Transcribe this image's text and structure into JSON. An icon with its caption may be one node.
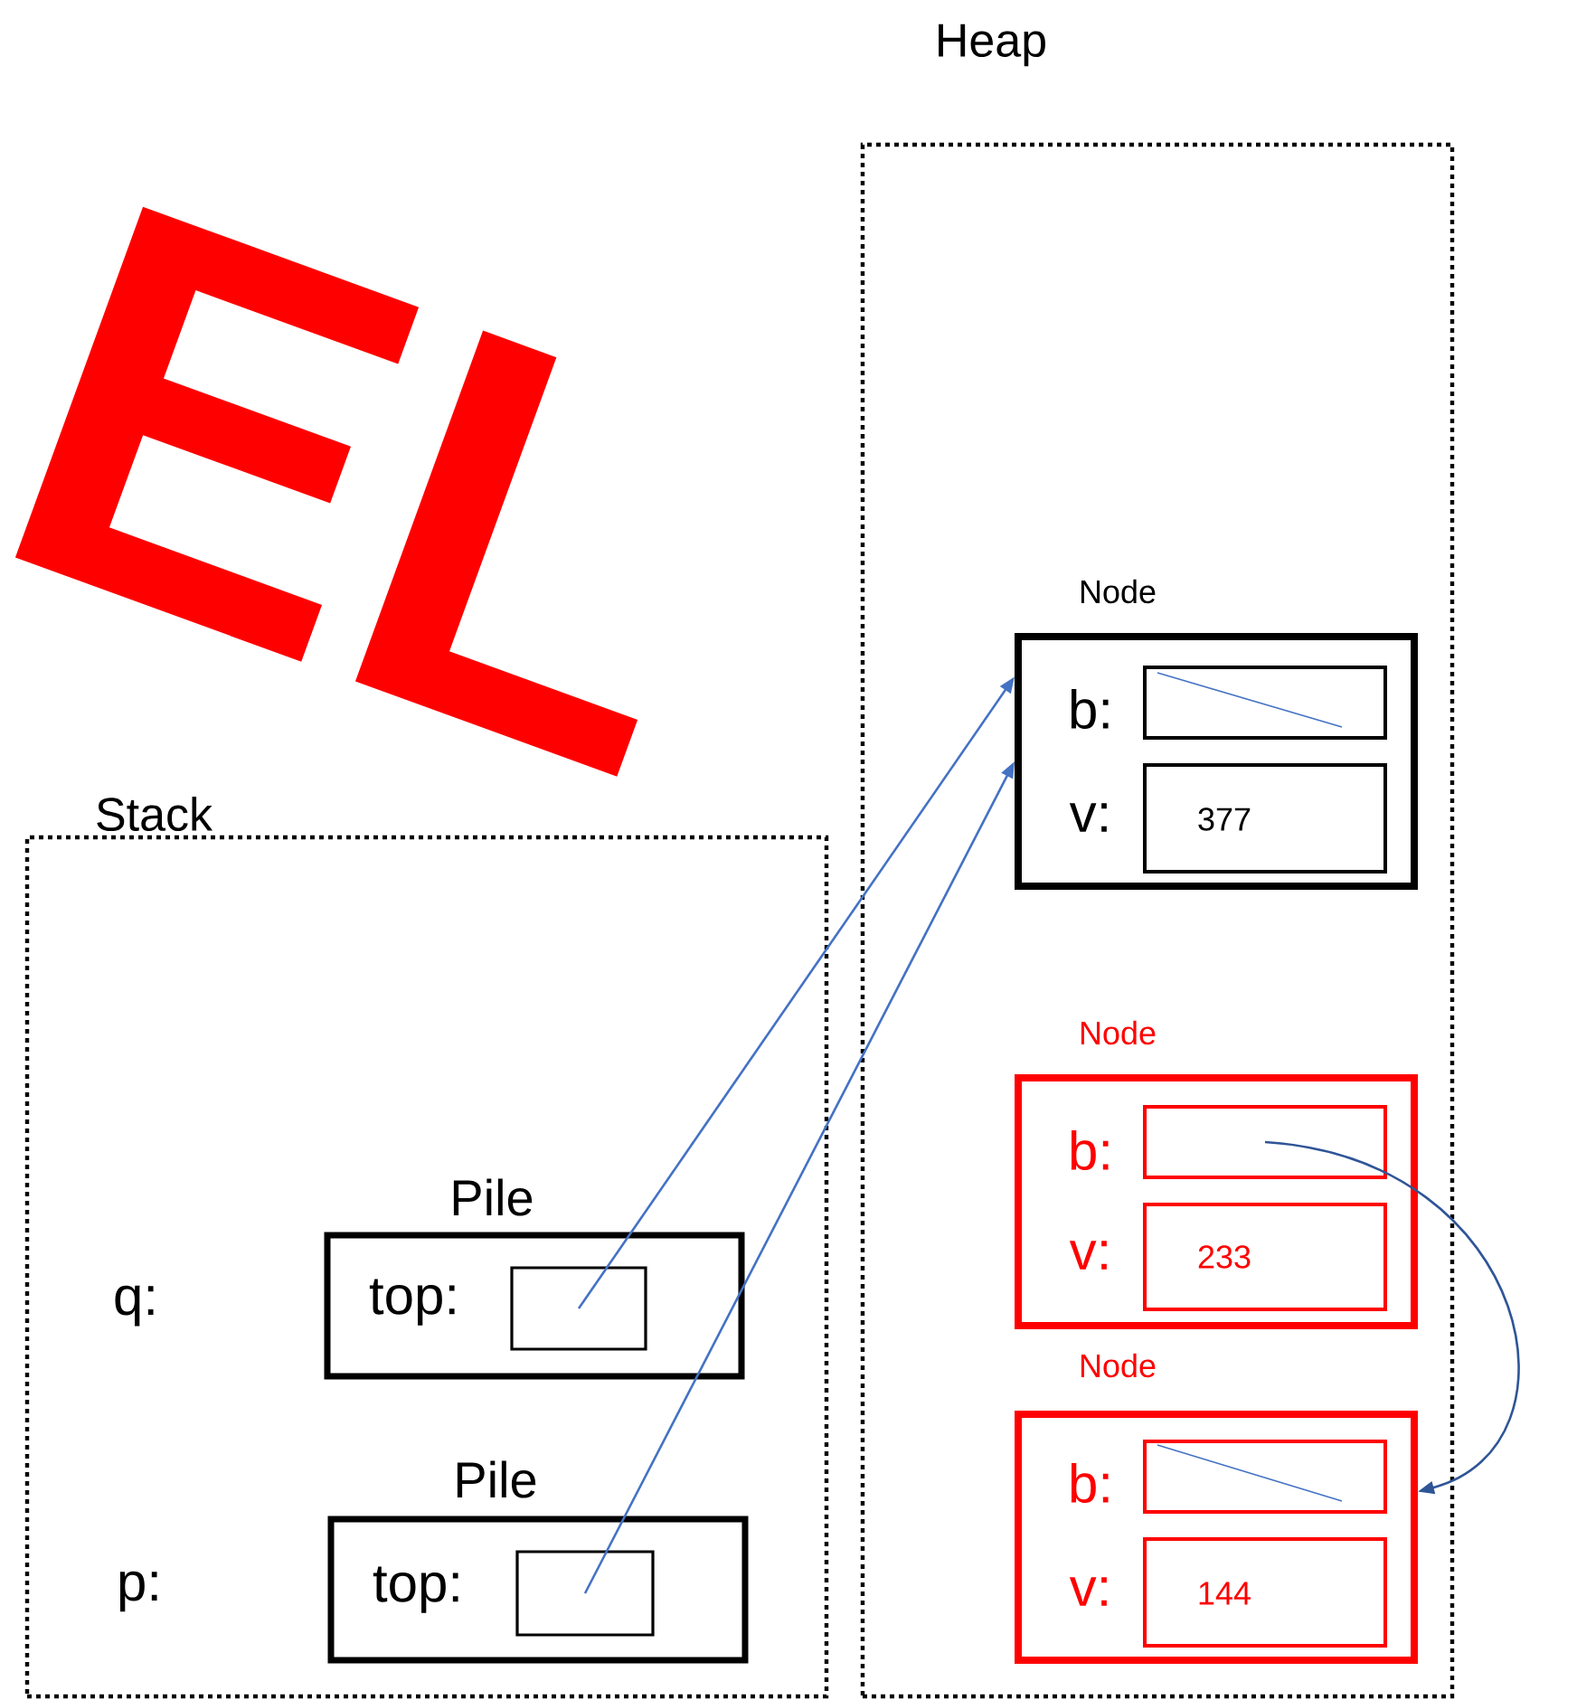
{
  "diagram": {
    "nodes": [
      {
        "text": [
          "Heap"
        ]
      },
      {
        "text": [
          "Node",
          "b:",
          "v:"
        ],
        "in": 0
      },
      {
        "text": [],
        "shape": "box",
        "in": 1
      },
      {
        "text": [
          "377"
        ],
        "in": 1
      },
      {
        "text": [
          "Node",
          "b:",
          "v:"
        ],
        "in": 0
      },
      {
        "text": [],
        "shape": "box",
        "in": 4
      },
      {
        "text": [
          "233"
        ],
        "in": 4
      },
      {
        "text": [
          "Node",
          "b:",
          "v:"
        ],
        "in": 0
      },
      {
        "text": [],
        "shape": "box",
        "in": 7
      },
      {
        "text": [
          "144"
        ],
        "in": 7
      },
      {
        "text": [
          "Stack"
        ]
      },
      {
        "text": [
          "Pile",
          "top:"
        ],
        "in": 10,
        "beside": [
          "q:"
        ]
      },
      {
        "text": [],
        "shape": "box",
        "in": 11
      },
      {
        "text": [
          "Pile",
          "top:"
        ],
        "in": 10,
        "beside": [
          "p:"
        ]
      },
      {
        "text": [],
        "shape": "box",
        "in": 13
      }
    ],
    "edges": [
      {
        "from": 12,
        "to": 1,
        "arrow": "to"
      },
      {
        "from": 14,
        "to": 1,
        "arrow": "to"
      },
      {
        "from": 5,
        "to": 7,
        "arrow": "to",
        "color": "#2f5597"
      }
    ],
    "labels": [
      "EL"
    ]
  }
}
